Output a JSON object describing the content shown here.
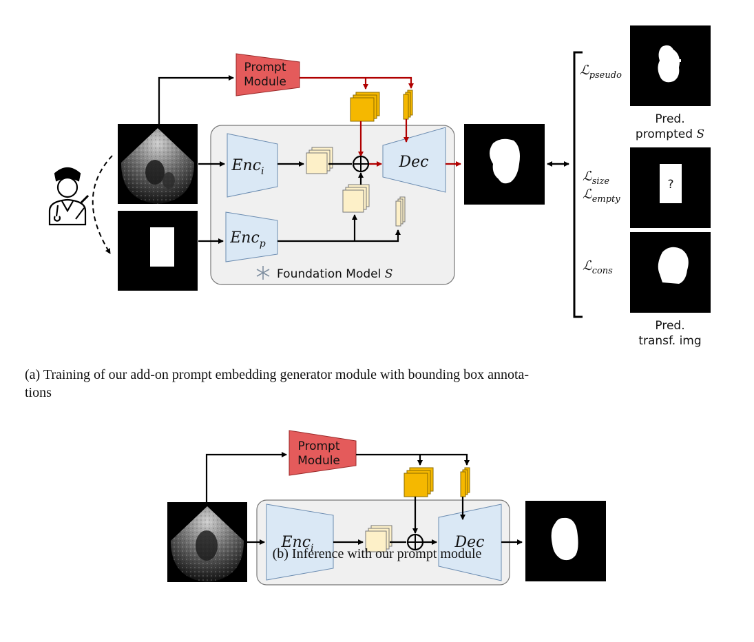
{
  "panel_a": {
    "prompt_module_line1": "Prompt",
    "prompt_module_line2": "Module",
    "enc_i": "Enc",
    "enc_i_sub": "i",
    "enc_p": "Enc",
    "enc_p_sub": "p",
    "dec": "Dec",
    "foundation_model": "Foundation Model ",
    "foundation_model_symbol": "S",
    "loss_pseudo": "ℒ",
    "loss_pseudo_sub": "pseudo",
    "loss_size": "ℒ",
    "loss_size_sub": "size",
    "loss_empty": "ℒ",
    "loss_empty_sub": "empty",
    "loss_cons": "ℒ",
    "loss_cons_sub": "cons",
    "question_mark": "?",
    "pred_prompted_line1": "Pred.",
    "pred_prompted_line2": "prompted ",
    "pred_prompted_symbol": "S",
    "pred_transf_line1": "Pred.",
    "pred_transf_line2": "transf. img",
    "caption_line1": "(a) Training of our add-on prompt embedding generator module with bounding box annota-",
    "caption_line2": "tions"
  },
  "panel_b": {
    "prompt_module_line1": "Prompt",
    "prompt_module_line2": "Module",
    "enc_i": "Enc",
    "enc_i_sub": "i",
    "dec": "Dec",
    "caption": "(b) Inference with our prompt module"
  },
  "colors": {
    "prompt_module_fill": "#e45b5b",
    "encoder_fill": "#dae8f5",
    "foundation_box_fill": "#f0f0f0",
    "embedding_light": "#fdf0c8",
    "embedding_orange": "#f5b800",
    "red_arrow": "#b00000",
    "black": "#000000"
  }
}
